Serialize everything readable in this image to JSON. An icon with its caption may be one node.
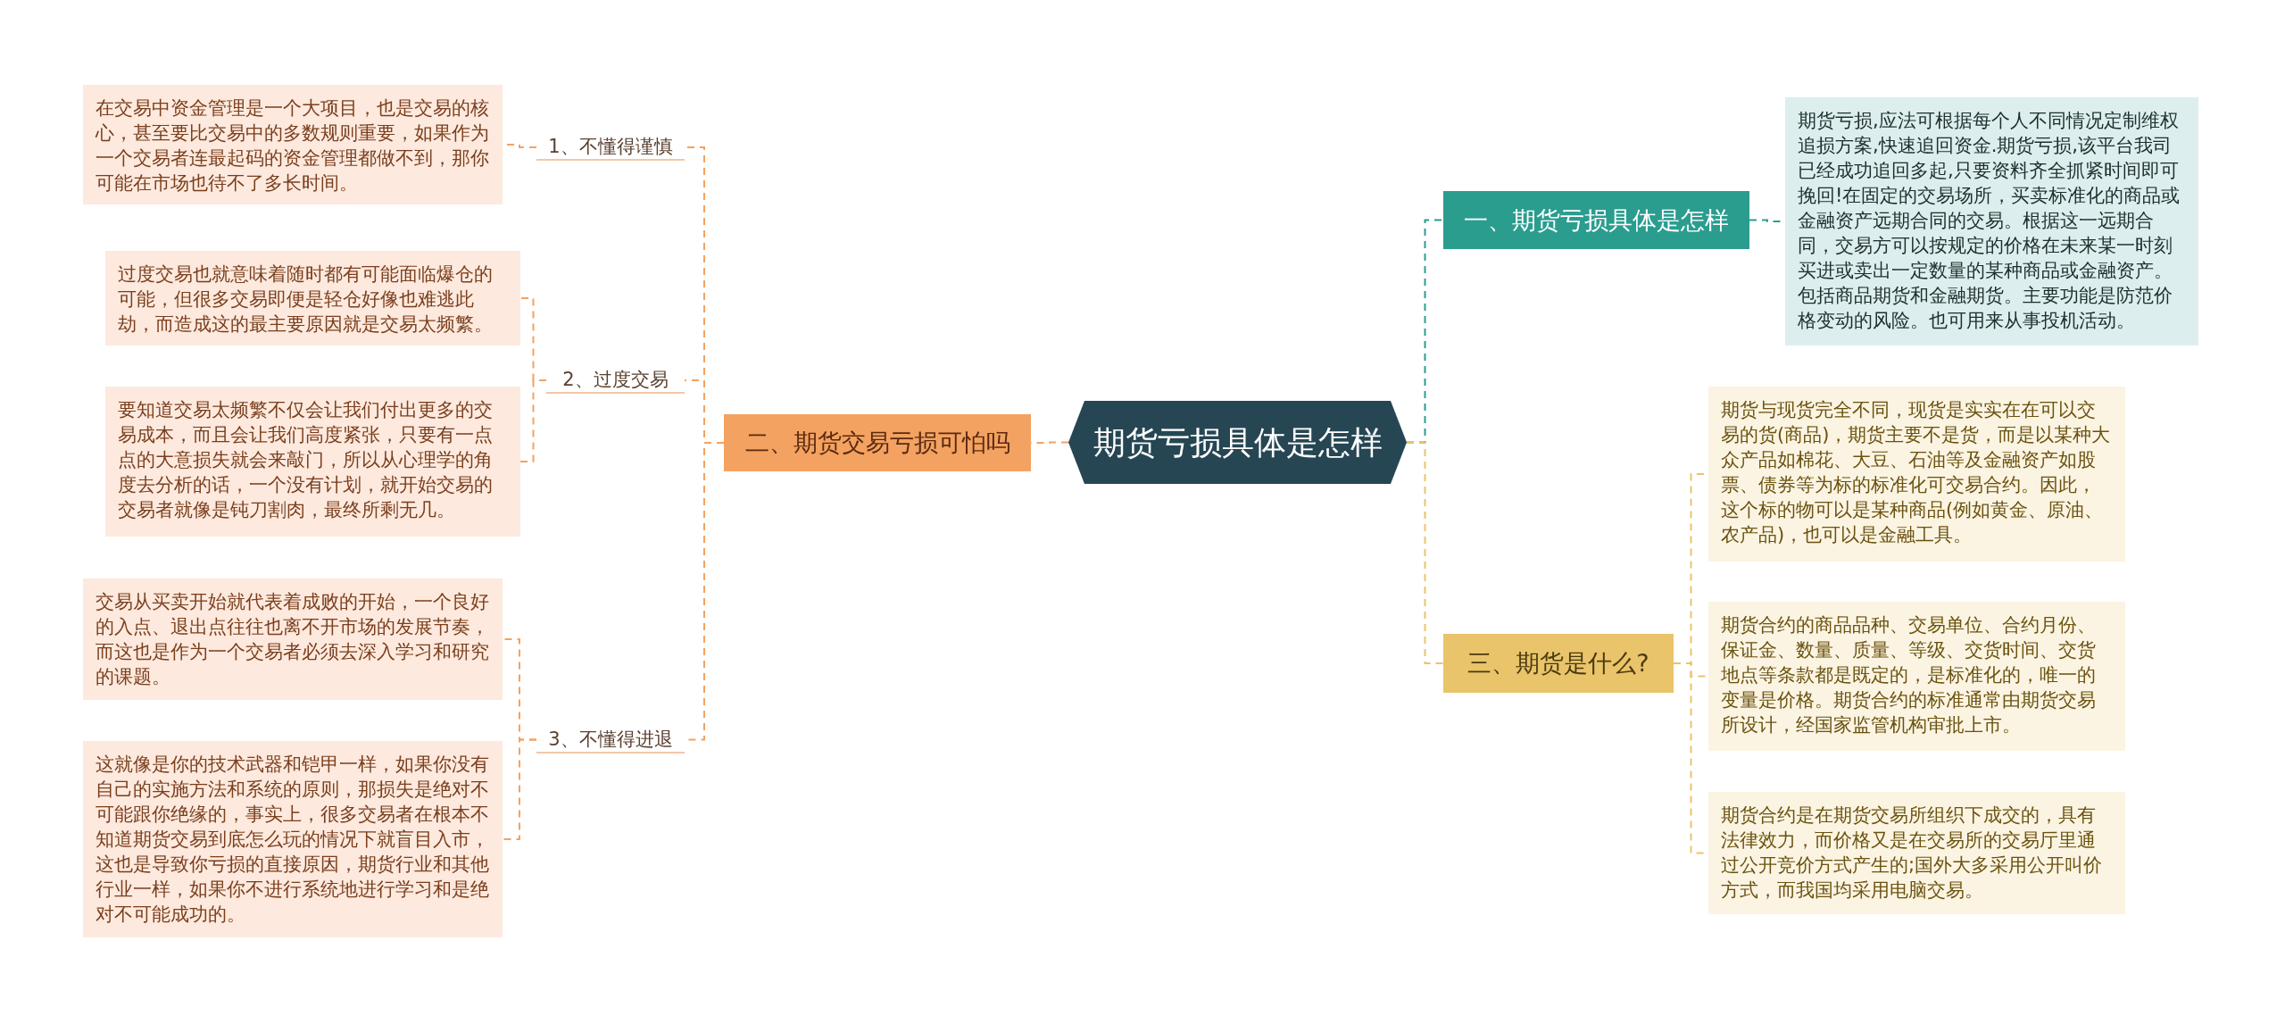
{
  "diagram": {
    "nodes": [
      {
        "text": [
          "期货亏损具体是怎样"
        ]
      },
      {
        "text": [
          "一、期货亏损具体是怎样"
        ]
      },
      {
        "text": [
          "期货亏损,应法可根据每个人不同情况定制维权追损方案,快速追回资金.期货亏损,该平台我司已经成功追回多起,只要资料齐全抓紧时间即可挽回!在固定的交易场所，买卖标准化的商品或金融资产远期合同的交易。根据这一远期合同，交易方可以按规定的价格在未来某一时刻买进或卖出一定数量的某种商品或金融资产。包括商品期货和金融期货。主要功能是防范价格变动的风险。也可用来从事投机活动。"
        ]
      },
      {
        "text": [
          "二、期货交易亏损可怕吗"
        ]
      },
      {
        "text": [
          "1、不懂得谨慎"
        ]
      },
      {
        "text": [
          "在交易中资金管理是一个大项目，也是交易的核心，甚至要比交易中的多数规则重要，如果作为一个交易者连最起码的资金管理都做不到，那你可能在市场也待不了多长时间。"
        ]
      },
      {
        "text": [
          "2、过度交易"
        ]
      },
      {
        "text": [
          "过度交易也就意味着随时都有可能面临爆仓的可能，但很多交易即便是轻仓好像也难逃此劫，而造成这的最主要原因就是交易太频繁。"
        ]
      },
      {
        "text": [
          "要知道交易太频繁不仅会让我们付出更多的交易成本，而且会让我们高度紧张，只要有一点点的大意损失就会来敲门，所以从心理学的角度去分析的话，一个没有计划，就开始交易的交易者就像是钝刀割肉，最终所剩无几。"
        ]
      },
      {
        "text": [
          "3、不懂得进退"
        ]
      },
      {
        "text": [
          "交易从买卖开始就代表着成败的开始，一个良好的入点、退出点往往也离不开市场的发展节奏，而这也是作为一个交易者必须去深入学习和研究的课题。"
        ]
      },
      {
        "text": [
          "这就像是你的技术武器和铠甲一样，如果你没有自己的实施方法和系统的原则，那损失是绝对不可能跟你绝缘的，事实上，很多交易者在根本不知道期货交易到底怎么玩的情况下就盲目入市，这也是导致你亏损的直接原因，期货行业和其他行业一样，如果你不进行系统地进行学习和是绝对不可能成功的。"
        ]
      },
      {
        "text": [
          "三、期货是什么?"
        ]
      },
      {
        "text": [
          "期货与现货完全不同，现货是实实在在可以交易的货(商品)，期货主要不是货，而是以某种大众产品如棉花、大豆、石油等及金融资产如股票、债券等为标的标准化可交易合约。因此，这个标的物可以是某种商品(例如黄金、原油、农产品)，也可以是金融工具。"
        ]
      },
      {
        "text": [
          "期货合约的商品品种、交易单位、合约月份、保证金、数量、质量、等级、交货时间、交货地点等条款都是既定的，是标准化的，唯一的变量是价格。期货合约的标准通常由期货交易所设计，经国家监管机构审批上市。"
        ]
      },
      {
        "text": [
          "期货合约是在期货交易所组织下成交的，具有法律效力，而价格又是在交易所的交易厅里通过公开竞价方式产生的;国外大多采用公开叫价方式，而我国均采用电脑交易。"
        ]
      }
    ],
    "edges": [
      {
        "from": 0,
        "to": 1,
        "arrow": "none",
        "style": "dashed",
        "color": "#2a9d8f"
      },
      {
        "from": 1,
        "to": 2,
        "arrow": "none",
        "style": "dashed",
        "color": "#2a9d8f"
      },
      {
        "from": 0,
        "to": 3,
        "arrow": "none",
        "style": "dashed"
      },
      {
        "from": 3,
        "to": 4,
        "arrow": "none",
        "style": "dashed"
      },
      {
        "from": 4,
        "to": 5,
        "arrow": "none",
        "style": "dashed"
      },
      {
        "from": 3,
        "to": 6,
        "arrow": "none",
        "style": "dashed"
      },
      {
        "from": 6,
        "to": 7,
        "arrow": "none",
        "style": "dashed"
      },
      {
        "from": 6,
        "to": 8,
        "arrow": "none",
        "style": "dashed"
      },
      {
        "from": 3,
        "to": 9,
        "arrow": "none",
        "style": "dashed"
      },
      {
        "from": 9,
        "to": 10,
        "arrow": "none",
        "style": "dashed"
      },
      {
        "from": 9,
        "to": 11,
        "arrow": "none",
        "style": "dashed"
      },
      {
        "from": 0,
        "to": 12,
        "arrow": "none",
        "style": "dashed",
        "color": "#e9c46a"
      },
      {
        "from": 12,
        "to": 13,
        "arrow": "none",
        "style": "dashed",
        "color": "#e9c46a"
      },
      {
        "from": 12,
        "to": 14,
        "arrow": "none",
        "style": "dashed",
        "color": "#e9c46a"
      },
      {
        "from": 12,
        "to": 15,
        "arrow": "none",
        "style": "dashed",
        "color": "#e9c46a"
      }
    ]
  }
}
